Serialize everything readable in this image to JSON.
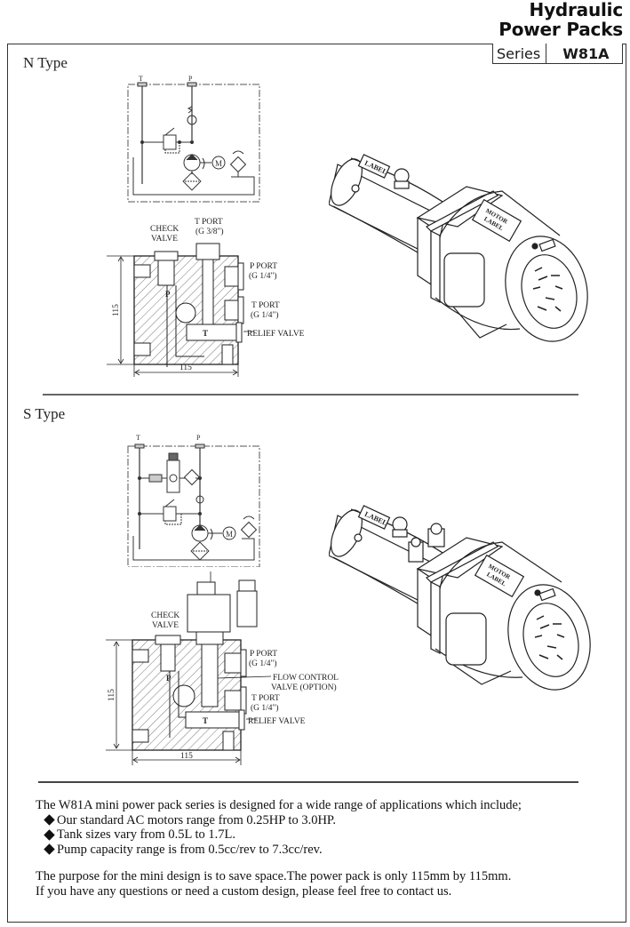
{
  "header": {
    "title_line1": "Hydraulic",
    "title_line2": "Power Packs",
    "series_label": "Series",
    "series_value": "W81A"
  },
  "n_type": {
    "heading": "N Type",
    "circuit": {
      "t_label": "T",
      "p_label": "P",
      "motor_label": "M"
    },
    "manifold": {
      "check_valve_line1": "CHECK",
      "check_valve_line2": "VALVE",
      "t_port_top_line1": "T PORT",
      "t_port_top_line2": "(G 3/8\")",
      "p_port_line1": "P PORT",
      "p_port_line2": "(G 1/4\")",
      "t_port_line1": "T PORT",
      "t_port_line2": "(G 1/4\")",
      "relief_valve": "RELIEF VALVE",
      "p_mark": "P",
      "t_mark": "T",
      "dim_height": "115",
      "dim_width": "115"
    },
    "product": {
      "tank_label": "LABEL",
      "motor_label_line1": "MOTOR",
      "motor_label_line2": "LABEL"
    }
  },
  "s_type": {
    "heading": "S Type",
    "circuit": {
      "t_label": "T",
      "p_label": "P",
      "motor_label": "M"
    },
    "manifold": {
      "check_valve_line1": "CHECK",
      "check_valve_line2": "VALVE",
      "p_port_line1": "P PORT",
      "p_port_line2": "(G 1/4\")",
      "flow_control_line1": "FLOW CONTROL",
      "flow_control_line2": "VALVE (OPTION)",
      "t_port_line1": "T PORT",
      "t_port_line2": "(G 1/4\")",
      "relief_valve": "RELIEF VALVE",
      "p_mark": "P",
      "t_mark": "T",
      "dim_height": "115",
      "dim_width": "115"
    },
    "product": {
      "tank_label": "LABEL",
      "motor_label_line1": "MOTOR",
      "motor_label_line2": "LABEL"
    }
  },
  "description": {
    "intro": "The W81A mini power pack series is designed for a wide range of applications which include;",
    "bullets": [
      "Our standard AC motors range from 0.25HP to 3.0HP.",
      "Tank sizes vary from 0.5L to 1.7L.",
      "Pump capacity range is from 0.5cc/rev to 7.3cc/rev."
    ],
    "closing_line1": "The purpose for the mini design is to save space.The power pack is only 115mm by 115mm.",
    "closing_line2": "If you have any questions or need a custom design, please feel free to contact us."
  }
}
